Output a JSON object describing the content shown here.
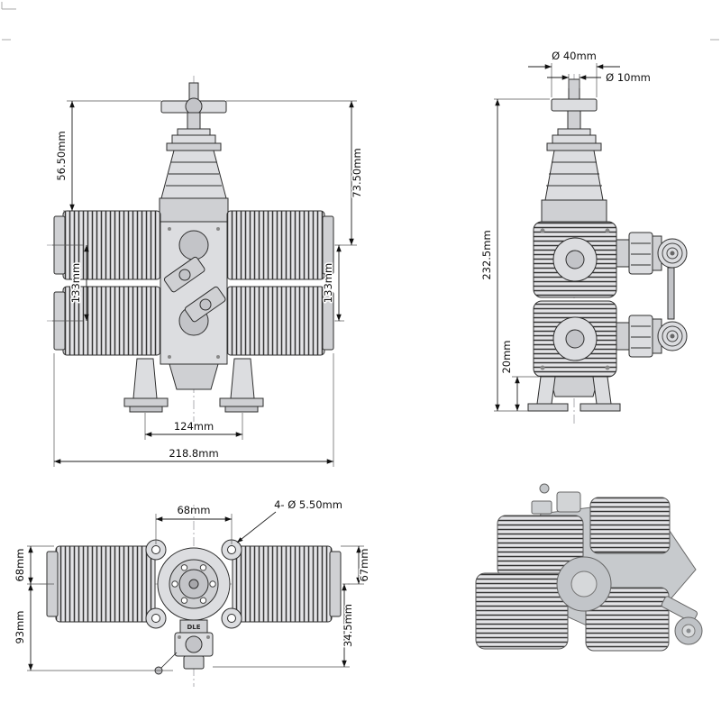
{
  "drawing": {
    "brand": "DLE",
    "front": {
      "dim_upper_left": "56.50mm",
      "dim_lower_left": "133mm",
      "dim_upper_right": "73.50mm",
      "dim_lower_right": "133mm",
      "dim_foot_span": "124mm",
      "dim_overall_width": "218.8mm"
    },
    "side": {
      "dim_hub_dia": "Ø 40mm",
      "dim_shaft_dia": "Ø 10mm",
      "dim_height": "232.5mm",
      "dim_foot": "20mm"
    },
    "top": {
      "dim_hole_span": "68mm",
      "dim_holes": "4- Ø 5.50mm",
      "dim_upper_left": "68mm",
      "dim_lower_left": "93mm",
      "dim_upper_right": "67mm",
      "dim_lower_right": "34.5mm"
    }
  }
}
